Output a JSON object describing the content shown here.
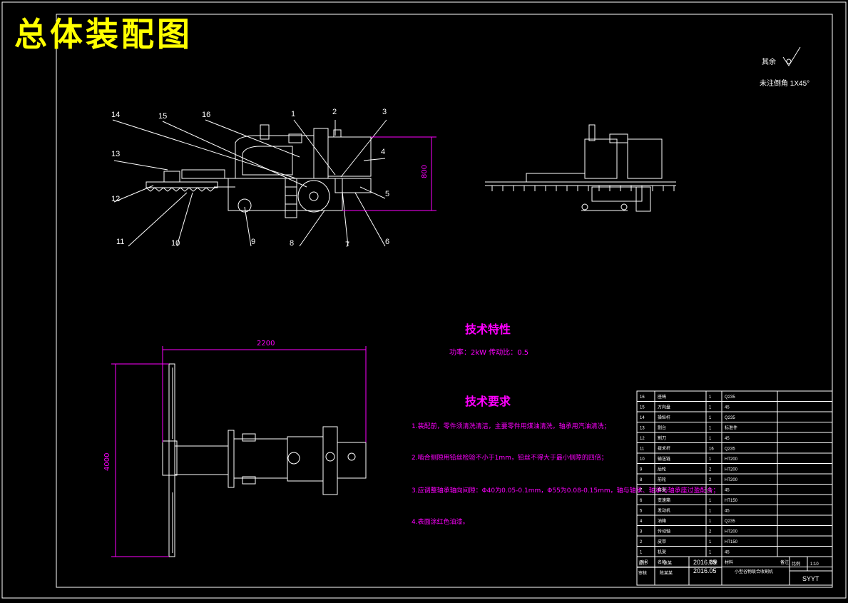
{
  "drawing": {
    "title": "总体装配图",
    "roughness_label": "其余",
    "chamfer_note": "未注倒角 1X45°"
  },
  "dimensions": {
    "height_side": "800",
    "width_top": "2200",
    "height_top": "4000"
  },
  "balloons": [
    "1",
    "2",
    "3",
    "4",
    "5",
    "6",
    "7",
    "8",
    "9",
    "10",
    "11",
    "12",
    "13",
    "14",
    "15",
    "16"
  ],
  "tech_characteristics": {
    "heading": "技术特性",
    "line": "功率：2kW    传动比：0.5"
  },
  "tech_requirements": {
    "heading": "技术要求",
    "items": [
      "1.装配前，零件须清洗清洁，主要零件用煤油清洗，轴承用汽油清洗；",
      "2.啮合侧隙用铅丝检验不小于1mm，铅丝不得大于最小侧隙的四倍；",
      "3.应调整轴承轴向间隙：Φ40为0.05-0.1mm，Φ55为0.08-0.15mm，轴与轴承、轴承与轴承座过盈配合；",
      "4.表面涂红色油漆。"
    ]
  },
  "parts_list": {
    "rows": [
      [
        "16",
        "座椅",
        "1",
        "Q235",
        ""
      ],
      [
        "15",
        "方向盘",
        "1",
        "45",
        ""
      ],
      [
        "14",
        "操纵杆",
        "1",
        "Q235",
        ""
      ],
      [
        "13",
        "割台",
        "1",
        "标准件",
        ""
      ],
      [
        "12",
        "割刀",
        "1",
        "45",
        ""
      ],
      [
        "11",
        "拨禾杆",
        "16",
        "Q235",
        ""
      ],
      [
        "10",
        "输送链",
        "1",
        "HT200",
        ""
      ],
      [
        "9",
        "后轮",
        "2",
        "HT200",
        ""
      ],
      [
        "8",
        "前轮",
        "2",
        "HT200",
        ""
      ],
      [
        "7",
        "车架",
        "1",
        "45",
        ""
      ],
      [
        "6",
        "变速箱",
        "1",
        "HT150",
        ""
      ],
      [
        "5",
        "发动机",
        "1",
        "45",
        ""
      ],
      [
        "4",
        "油箱",
        "1",
        "Q235",
        ""
      ],
      [
        "3",
        "传动轴",
        "2",
        "HT200",
        ""
      ],
      [
        "2",
        "皮带",
        "1",
        "HT150",
        ""
      ],
      [
        "1",
        "机架",
        "1",
        "45",
        ""
      ]
    ],
    "header": [
      "序号",
      "名称",
      "数量",
      "材料",
      "备注"
    ],
    "title_block": {
      "designer_label": "设计",
      "designer": "张某",
      "date1": "2016.05",
      "checker_label": "审核",
      "checker": "陈某某",
      "date2": "2016.05",
      "product": "小型谷物联合收割机",
      "scale_label": "比例",
      "scale": "1:10",
      "code": "SYYT"
    }
  }
}
